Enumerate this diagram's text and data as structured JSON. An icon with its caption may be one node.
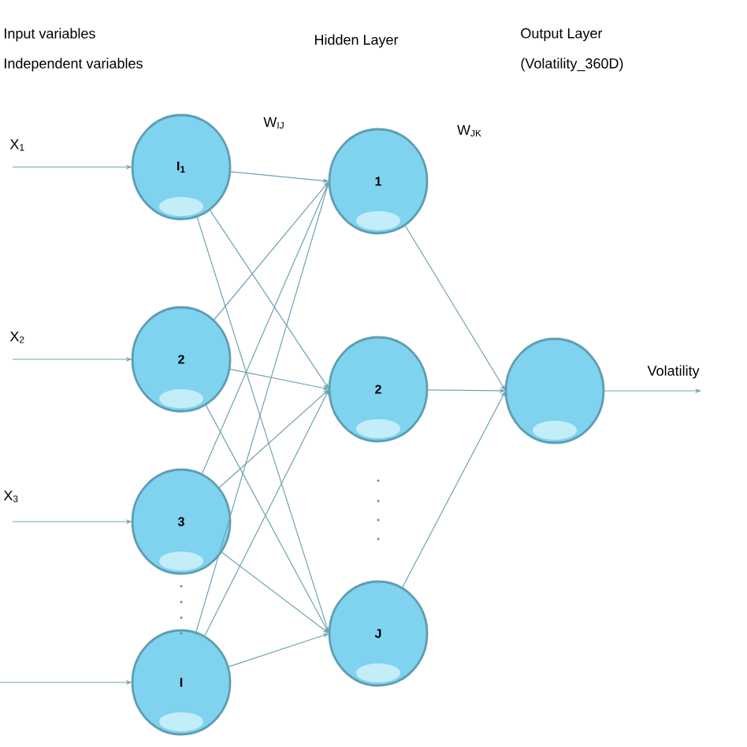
{
  "diagram": {
    "nodes": [
      {
        "text": [
          "I$_{1}$"
        ]
      },
      {
        "text": [
          "2"
        ]
      },
      {
        "text": [
          "3"
        ]
      },
      {
        "text": [
          "I"
        ]
      },
      {
        "text": [
          "1"
        ]
      },
      {
        "text": [
          "2"
        ]
      },
      {
        "text": [
          "J"
        ]
      },
      {
        "text": [],
        "shape": "circle"
      }
    ],
    "edges": [
      {
        "from": null,
        "to": 0,
        "arrow": "to"
      },
      {
        "from": null,
        "to": 1,
        "arrow": "to"
      },
      {
        "from": null,
        "to": 2,
        "arrow": "to"
      },
      {
        "from": null,
        "to": 3,
        "arrow": "to"
      },
      {
        "from": 0,
        "to": 4,
        "arrow": "to"
      },
      {
        "from": 0,
        "to": 5,
        "arrow": "to"
      },
      {
        "from": 0,
        "to": 6,
        "arrow": "to"
      },
      {
        "from": 1,
        "to": 4,
        "arrow": "to"
      },
      {
        "from": 1,
        "to": 5,
        "arrow": "to"
      },
      {
        "from": 1,
        "to": 6,
        "arrow": "to"
      },
      {
        "from": 2,
        "to": 4,
        "arrow": "to"
      },
      {
        "from": 2,
        "to": 5,
        "arrow": "to"
      },
      {
        "from": 2,
        "to": 6,
        "arrow": "to"
      },
      {
        "from": 3,
        "to": 4,
        "arrow": "to"
      },
      {
        "from": 3,
        "to": 5,
        "arrow": "to"
      },
      {
        "from": 3,
        "to": 6,
        "arrow": "to"
      },
      {
        "from": 4,
        "to": 7,
        "arrow": "to"
      },
      {
        "from": 5,
        "to": 7,
        "arrow": "to"
      },
      {
        "from": 6,
        "to": 7,
        "arrow": "to"
      },
      {
        "from": 7,
        "to": null,
        "arrow": "to",
        "label": "Volatility"
      }
    ],
    "labels": [
      "Input variables",
      "Independent variables",
      "Hidden Layer",
      "Output Layer",
      "(Volatility_360D)",
      "W$_{IJ}$",
      "W$_{JK}$",
      "X$_{1}$",
      "X$_{2}$",
      "X$_{3}$"
    ]
  }
}
